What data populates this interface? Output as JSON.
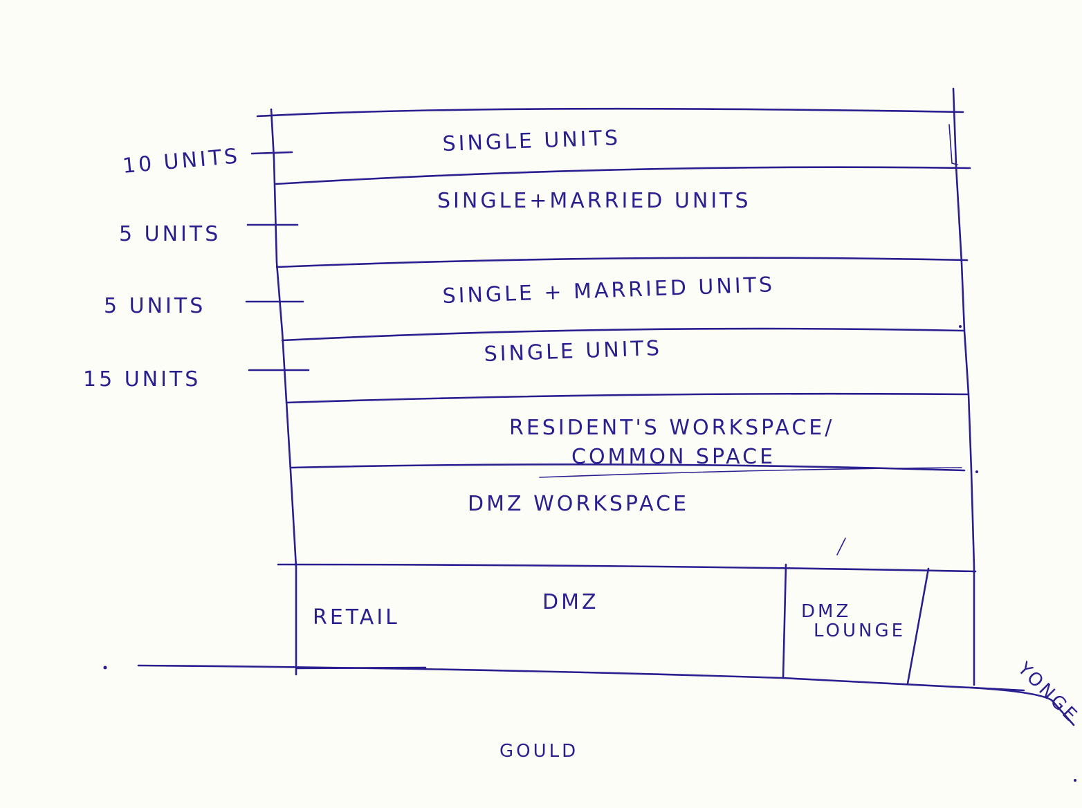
{
  "floors": [
    {
      "label": "SINGLE UNITS"
    },
    {
      "label": "SINGLE+MARRIED UNITS"
    },
    {
      "label": "SINGLE + MARRIED UNITS"
    },
    {
      "label": "SINGLE UNITS"
    },
    {
      "label_line1": "RESIDENT'S WORKSPACE/",
      "label_line2": "COMMON SPACE"
    },
    {
      "label": "DMZ WORKSPACE"
    }
  ],
  "ground_floor": {
    "retail": "RETAIL",
    "dmz": "DMZ",
    "lounge_line1": "DMZ",
    "lounge_line2": "LOUNGE"
  },
  "unit_counts": [
    "10 UNITS",
    "5 UNITS",
    "5 UNITS",
    "15 UNITS"
  ],
  "streets": {
    "bottom": "GOULD",
    "corner": "YONGE"
  },
  "colors": {
    "ink": "#2a1f8f",
    "paper": "#fdfdf8"
  }
}
